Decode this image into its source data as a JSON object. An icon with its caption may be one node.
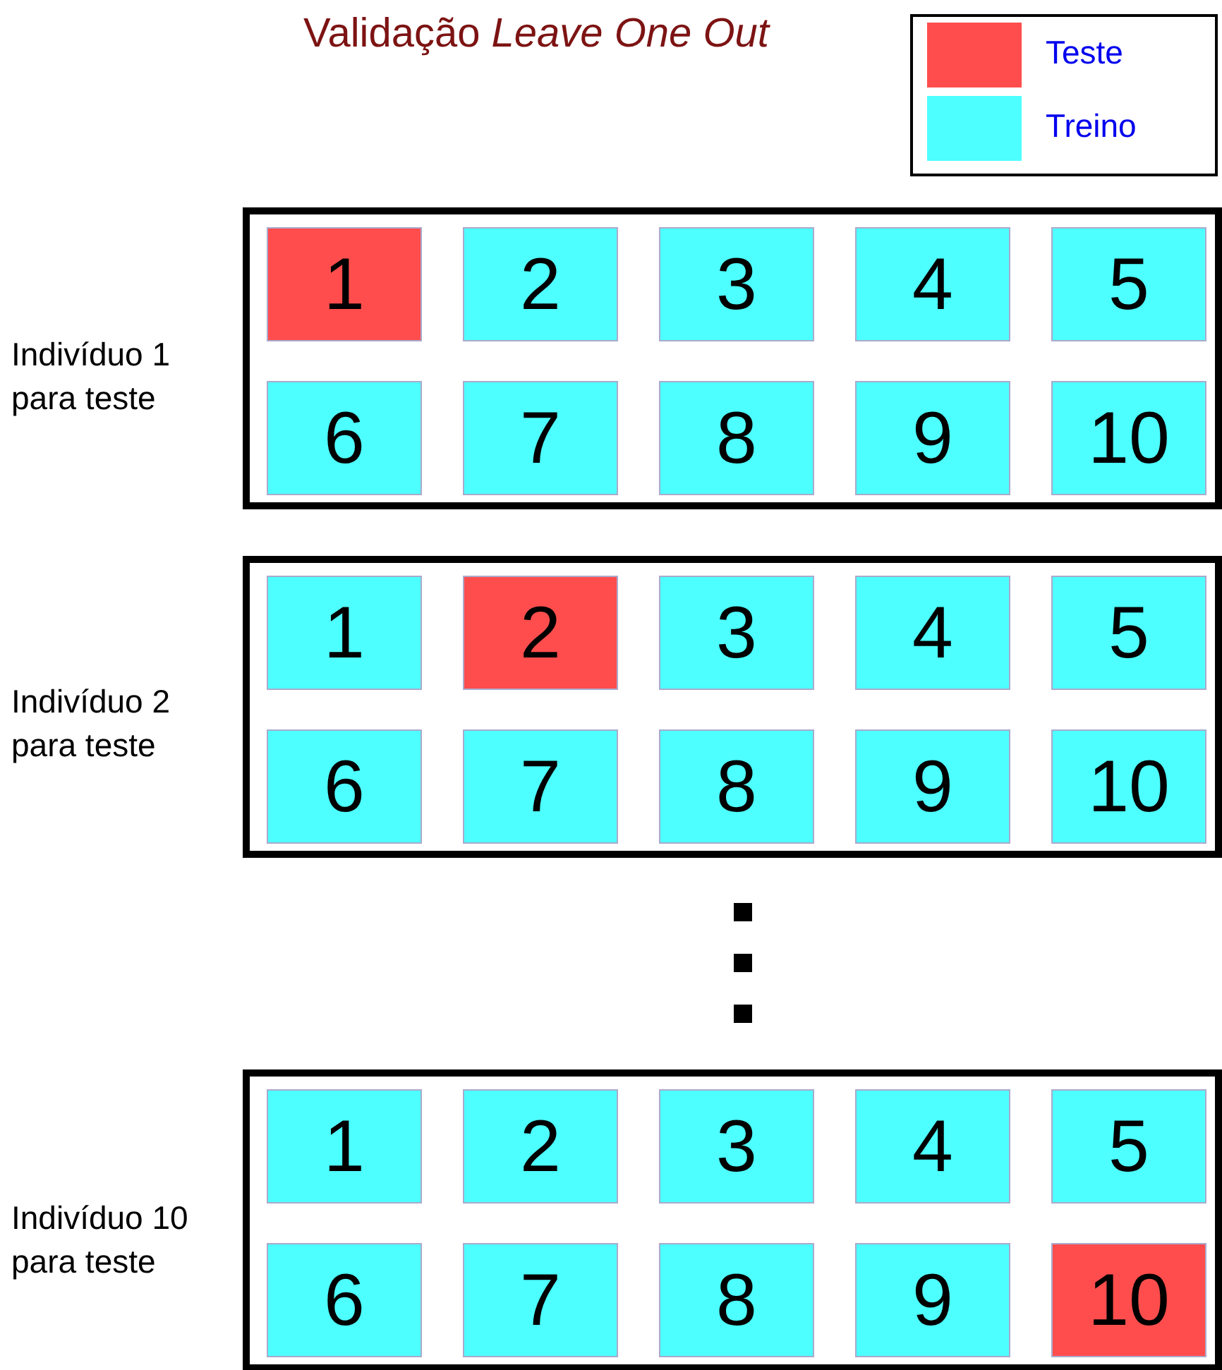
{
  "diagram": {
    "title": "Validação *Leave One Out*",
    "nodes": [
      {
        "text": [],
        "shape": "box",
        "beside": [
          "Indivíduo 1 para teste"
        ]
      },
      {
        "text": [
          "1"
        ],
        "in": 0
      },
      {
        "text": [
          "2"
        ],
        "in": 0
      },
      {
        "text": [
          "3"
        ],
        "in": 0
      },
      {
        "text": [
          "4"
        ],
        "in": 0
      },
      {
        "text": [
          "5"
        ],
        "in": 0
      },
      {
        "text": [
          "6"
        ],
        "in": 0
      },
      {
        "text": [
          "7"
        ],
        "in": 0
      },
      {
        "text": [
          "8"
        ],
        "in": 0
      },
      {
        "text": [
          "9"
        ],
        "in": 0
      },
      {
        "text": [
          "10"
        ],
        "in": 0
      },
      {
        "text": [],
        "shape": "box",
        "beside": [
          "Indivíduo 2 para teste"
        ]
      },
      {
        "text": [
          "1"
        ],
        "in": 11
      },
      {
        "text": [
          "2"
        ],
        "in": 11
      },
      {
        "text": [
          "3"
        ],
        "in": 11
      },
      {
        "text": [
          "4"
        ],
        "in": 11
      },
      {
        "text": [
          "5"
        ],
        "in": 11
      },
      {
        "text": [
          "6"
        ],
        "in": 11
      },
      {
        "text": [
          "7"
        ],
        "in": 11
      },
      {
        "text": [
          "8"
        ],
        "in": 11
      },
      {
        "text": [
          "9"
        ],
        "in": 11
      },
      {
        "text": [
          "10"
        ],
        "in": 11
      },
      {
        "text": [],
        "shape": "box",
        "beside": [
          "Indivíduo 10 para teste"
        ]
      },
      {
        "text": [
          "1"
        ],
        "in": 22
      },
      {
        "text": [
          "2"
        ],
        "in": 22
      },
      {
        "text": [
          "3"
        ],
        "in": 22
      },
      {
        "text": [
          "4"
        ],
        "in": 22
      },
      {
        "text": [
          "5"
        ],
        "in": 22
      },
      {
        "text": [
          "6"
        ],
        "in": 22
      },
      {
        "text": [
          "7"
        ],
        "in": 22
      },
      {
        "text": [
          "8"
        ],
        "in": 22
      },
      {
        "text": [
          "9"
        ],
        "in": 22
      },
      {
        "text": [
          "10"
        ],
        "in": 22
      }
    ],
    "legend": [
      {
        "text": "Teste",
        "color": "#ff4d4d"
      },
      {
        "text": "Treino",
        "color": "#4dfffe"
      }
    ]
  }
}
